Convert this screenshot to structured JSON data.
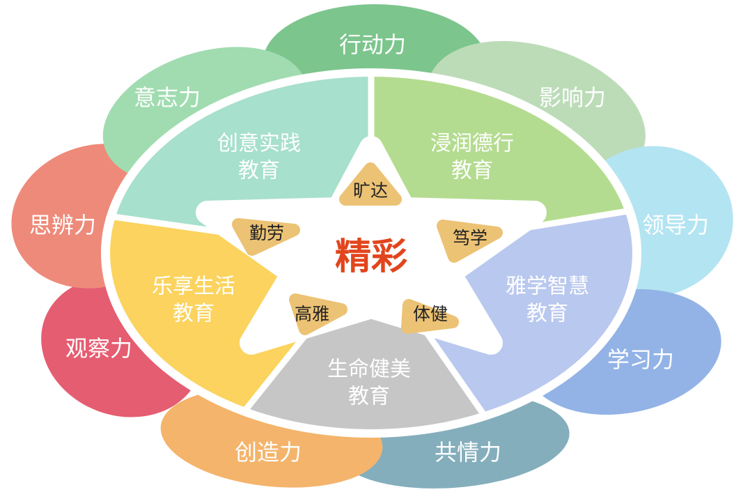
{
  "center": {
    "label": "精彩",
    "color": "#e2451d"
  },
  "petals": [
    {
      "label": "行动力",
      "color": "#7cc58d"
    },
    {
      "label": "影响力",
      "color": "#bcdcb8"
    },
    {
      "label": "领导力",
      "color": "#b3e4f2"
    },
    {
      "label": "学习力",
      "color": "#93b3e6"
    },
    {
      "label": "共情力",
      "color": "#84aebc"
    },
    {
      "label": "创造力",
      "color": "#f4b46b"
    },
    {
      "label": "观察力",
      "color": "#e55d71"
    },
    {
      "label": "思辨力",
      "color": "#ee8a7a"
    },
    {
      "label": "意志力",
      "color": "#a0dcb0"
    }
  ],
  "segments": [
    {
      "line1": "创意实践",
      "line2": "教育",
      "color": "#a7e0cc"
    },
    {
      "line1": "浸润德行",
      "line2": "教育",
      "color": "#b4dc90"
    },
    {
      "line1": "雅学智慧",
      "line2": "教育",
      "color": "#b9c8ee"
    },
    {
      "line1": "生命健美",
      "line2": "教育",
      "color": "#c6c6c6"
    },
    {
      "line1": "乐享生活",
      "line2": "教育",
      "color": "#fbd35e"
    }
  ],
  "star_points": [
    {
      "label": "旷达",
      "color": "#ecc274"
    },
    {
      "label": "笃学",
      "color": "#ecc274"
    },
    {
      "label": "体健",
      "color": "#ecc274"
    },
    {
      "label": "高雅",
      "color": "#ecc274"
    },
    {
      "label": "勤劳",
      "color": "#ecc274"
    }
  ]
}
